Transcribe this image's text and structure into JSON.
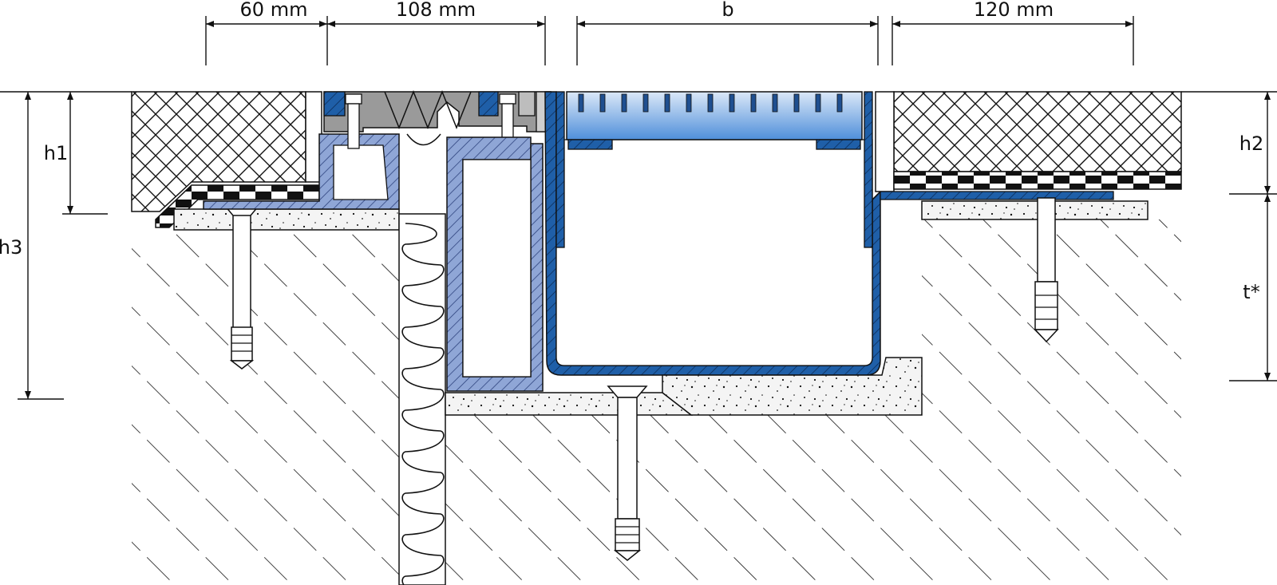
{
  "dimensions": {
    "top_left": "60 mm",
    "top_mid": "108 mm",
    "top_b": "b",
    "top_right": "120 mm",
    "h1": "h1",
    "h2": "h2",
    "h3": "h3",
    "t": "t*"
  },
  "colors": {
    "line": "#111111",
    "steel_blue": "#1f5fa8",
    "light_blue": "#8fa6d6",
    "gradient_top": "#dbe8f8",
    "gradient_bottom": "#4f8fda",
    "rubber_grey": "#9a9a9a",
    "light_grey": "#cfcfcf"
  }
}
